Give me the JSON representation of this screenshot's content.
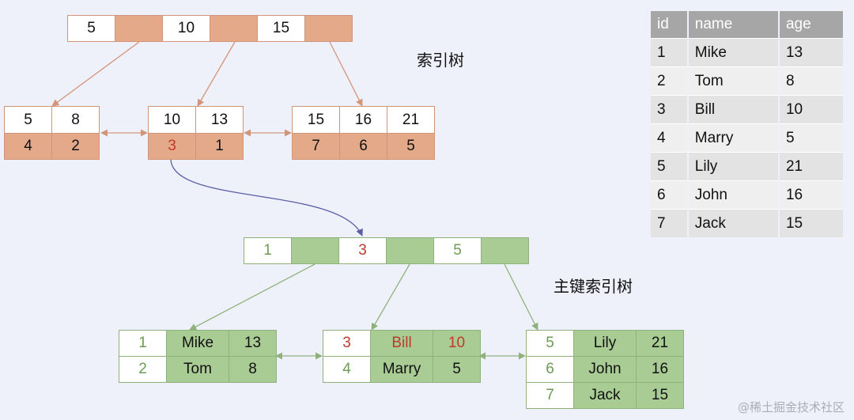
{
  "labels": {
    "secondary_index_tree": "索引树",
    "primary_index_tree": "主键索引树"
  },
  "secondary_tree": {
    "root": [
      "5",
      "10",
      "15"
    ],
    "leaves": [
      {
        "keys": [
          "5",
          "8"
        ],
        "ids": [
          "4",
          "2"
        ]
      },
      {
        "keys": [
          "10",
          "13"
        ],
        "ids": [
          "3",
          "1"
        ]
      },
      {
        "keys": [
          "15",
          "16",
          "21"
        ],
        "ids": [
          "7",
          "6",
          "5"
        ]
      }
    ]
  },
  "primary_tree": {
    "root": [
      "1",
      "3",
      "5"
    ],
    "leaves": [
      {
        "rows": [
          [
            "1",
            "Mike",
            "13"
          ],
          [
            "2",
            "Tom",
            "8"
          ]
        ]
      },
      {
        "rows": [
          [
            "3",
            "Bill",
            "10"
          ],
          [
            "4",
            "Marry",
            "5"
          ]
        ]
      },
      {
        "rows": [
          [
            "5",
            "Lily",
            "21"
          ],
          [
            "6",
            "John",
            "16"
          ],
          [
            "7",
            "Jack",
            "15"
          ]
        ]
      }
    ]
  },
  "table": {
    "headers": [
      "id",
      "name",
      "age"
    ],
    "rows": [
      [
        "1",
        "Mike",
        "13"
      ],
      [
        "2",
        "Tom",
        "8"
      ],
      [
        "3",
        "Bill",
        "10"
      ],
      [
        "4",
        "Marry",
        "5"
      ],
      [
        "5",
        "Lily",
        "21"
      ],
      [
        "6",
        "John",
        "16"
      ],
      [
        "7",
        "Jack",
        "15"
      ]
    ]
  },
  "watermark": "@稀土掘金技术社区",
  "colors": {
    "orange_fill": "#e3a988",
    "orange_line": "#d3957a",
    "green_fill": "#a8cc94",
    "green_line": "#8fb27d",
    "highlight_red": "#c0392b",
    "lookup_arrow": "#5b5ea6"
  }
}
